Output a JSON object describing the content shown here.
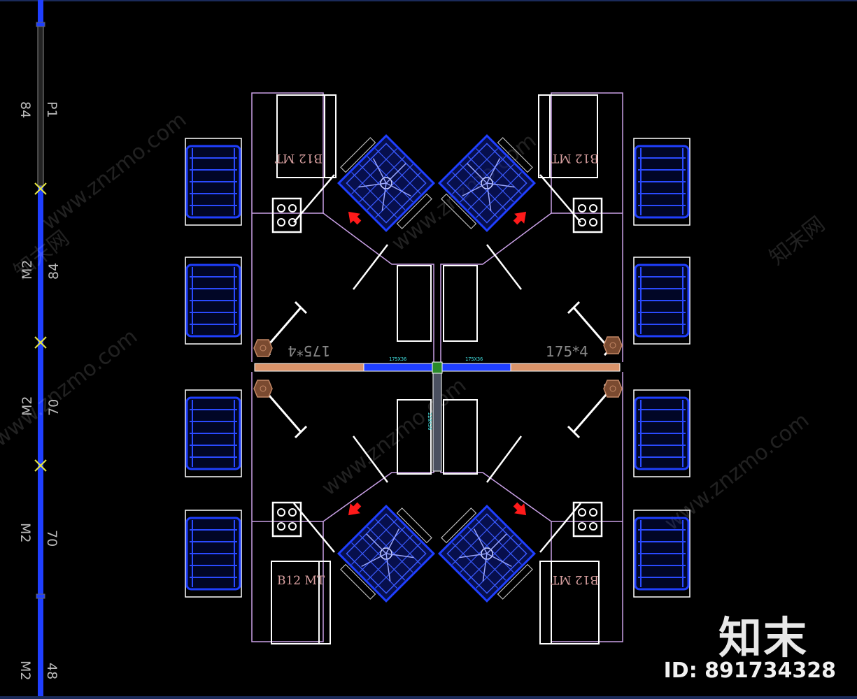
{
  "ruler": {
    "segments": [
      {
        "label": "P1",
        "dim": "84"
      },
      {
        "label": "M2",
        "dim": "84"
      },
      {
        "label": "M2",
        "dim": "70"
      },
      {
        "label": "M2",
        "dim": "70"
      },
      {
        "label": "M2",
        "dim": "48"
      }
    ]
  },
  "desks": {
    "top_left": {
      "cabinet": "B12 MT",
      "size": "175*4"
    },
    "top_right": {
      "cabinet": "B12 MT",
      "size": "175*4"
    },
    "bottom_left": {
      "cabinet": "B12 MT"
    },
    "bottom_right": {
      "cabinet": "B12 MT"
    }
  },
  "partition": {
    "left_tag": "175X36",
    "right_tag": "175X36",
    "center_tag": "220X36"
  },
  "watermark": {
    "text": "www.znzmo.com",
    "brand_small": "知末网"
  },
  "brand": {
    "logo": "知末",
    "id": "ID: 891734328"
  },
  "colors": {
    "outline": "#c9a0e6",
    "furniture": "#ffffff",
    "chair": "#1f3fff",
    "arrow": "#ff1a1a",
    "wood": "#d9936a"
  }
}
